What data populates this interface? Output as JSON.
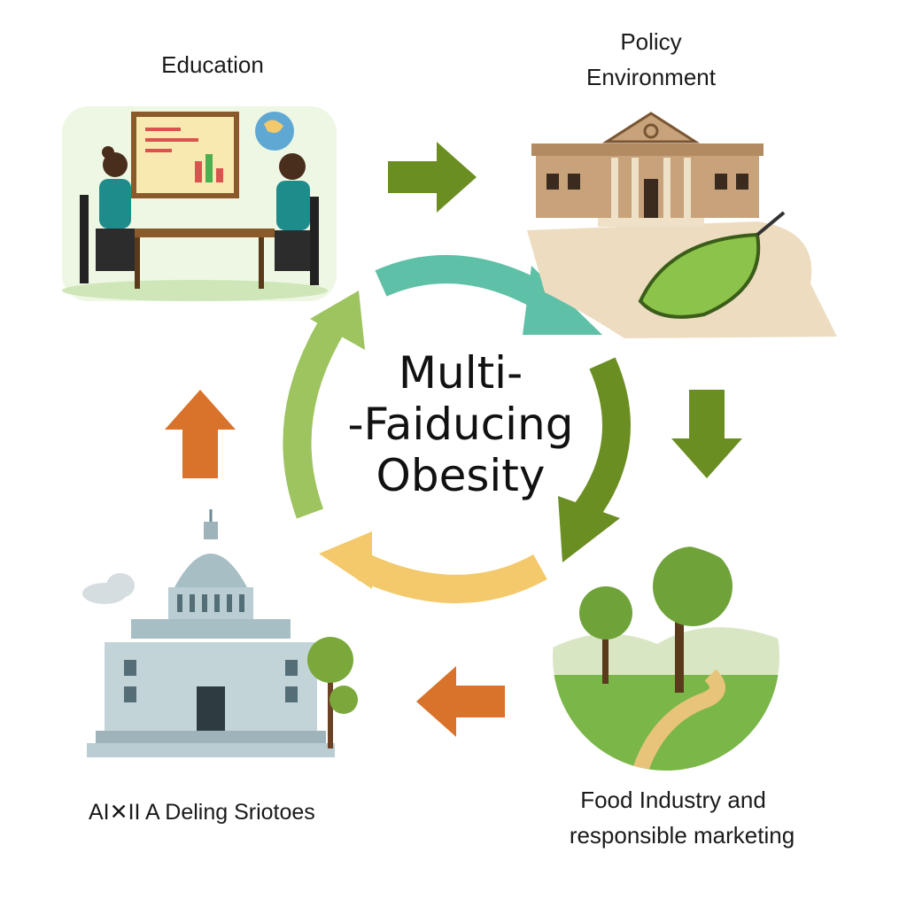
{
  "labels": {
    "education": "Education",
    "policy_line1": "Policy",
    "policy_line2": "Environment",
    "bottom_left": "AI✕II A Deling Sriotoes",
    "food_line1": "Food Industry and",
    "food_line2": "responsible marketing"
  },
  "center": {
    "line1": "Multi-",
    "line2": "-Faiducing",
    "line3": "Obesity"
  },
  "icons": [
    "education-scene",
    "policy-building",
    "leaf-icon",
    "capitol-building",
    "park-scene",
    "cloud-icon"
  ],
  "colors": {
    "green_dark": "#6b8e23",
    "green_light": "#9dc45f",
    "teal": "#5fc0a8",
    "orange": "#d9722a",
    "yellow": "#f3c96b"
  }
}
